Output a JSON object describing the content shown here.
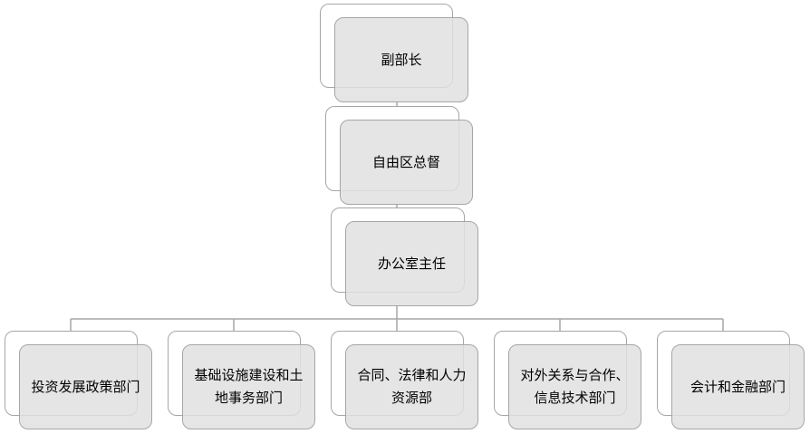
{
  "org": {
    "level1": "副部长",
    "level2": "自由区总督",
    "level3": "办公室主任",
    "departments": [
      "投资发展政策部门",
      "基础设施建设和土地事务部门",
      "合同、法律和人力资源部",
      "对外关系与合作、信息技术部门",
      "会计和金融部门"
    ]
  },
  "colors": {
    "box_border": "#a6a6a6",
    "box_fill": "#e0e0e0",
    "connector": "#a6a6a6"
  }
}
